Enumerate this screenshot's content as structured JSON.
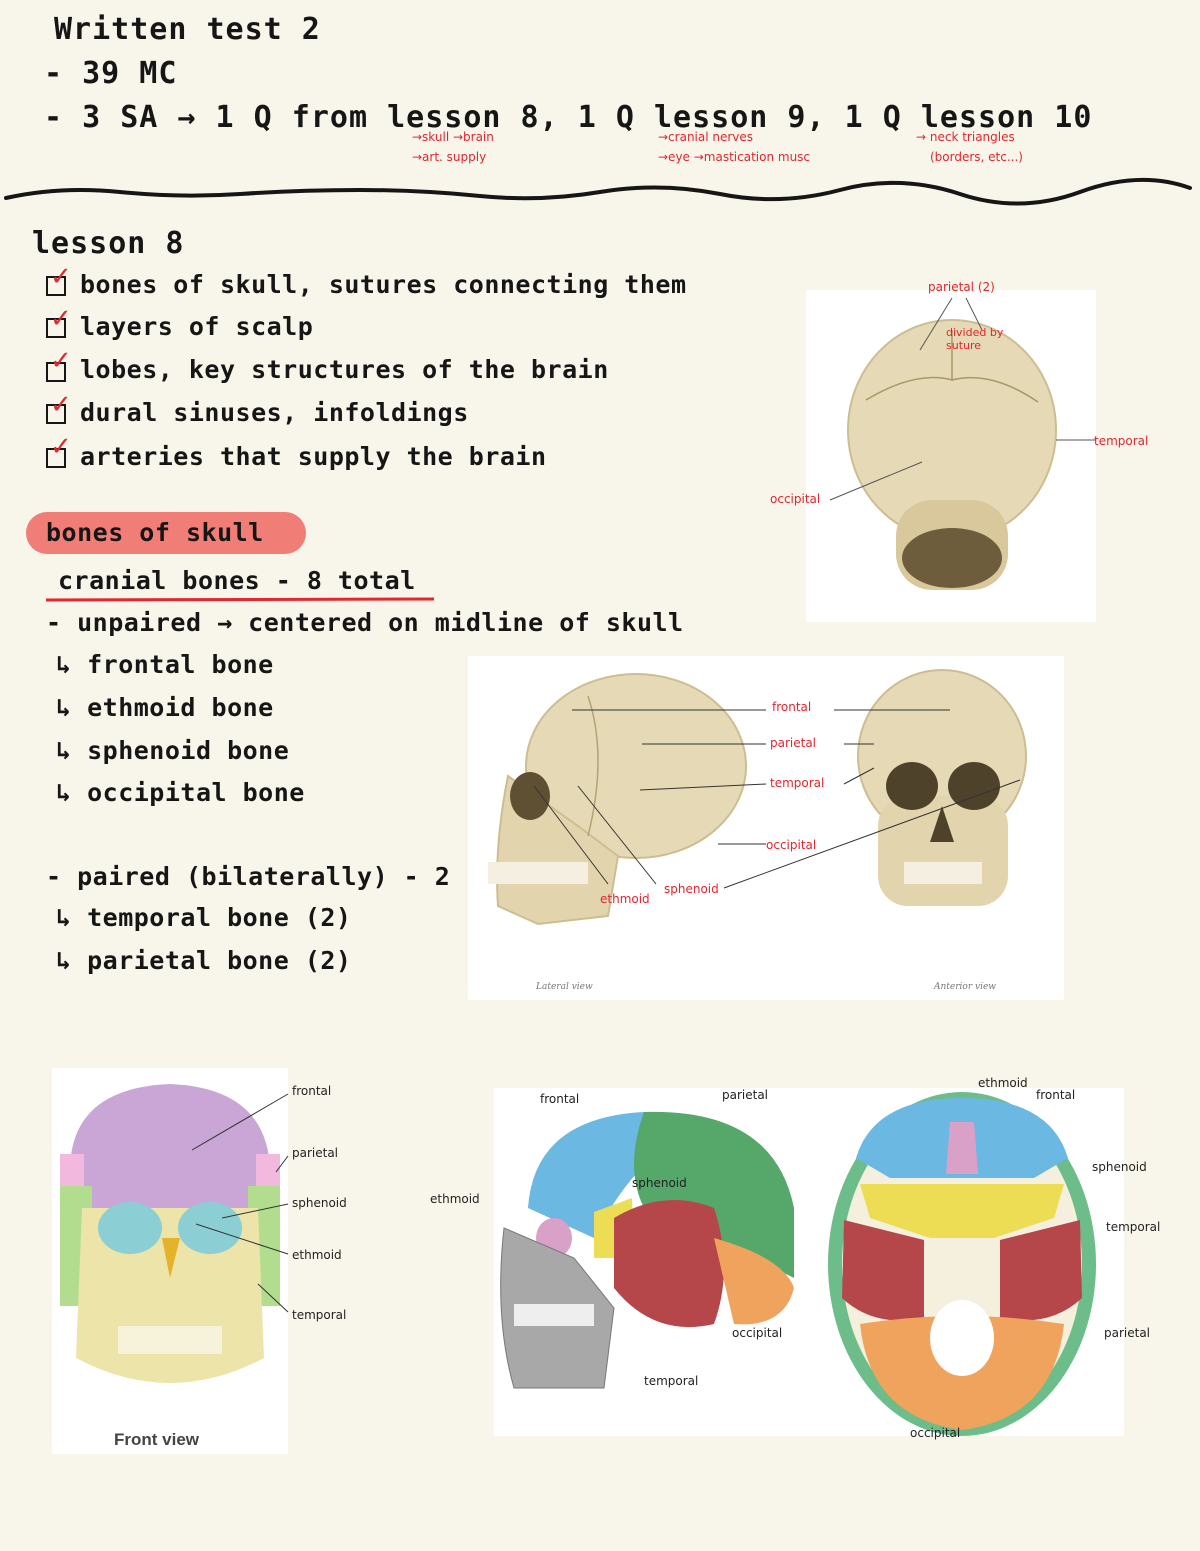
{
  "header": {
    "title": "Written test 2",
    "line1": "- 39 MC",
    "line2": "- 3 SA → 1 Q from lesson 8, 1 Q lesson 9, 1 Q lesson 10",
    "notes_lesson8_a": "→skull →brain",
    "notes_lesson8_b": "→art. supply",
    "notes_lesson9_a": "→cranial nerves",
    "notes_lesson9_b": "→eye →mastication musc",
    "notes_lesson10_a": "→ neck triangles",
    "notes_lesson10_b": "(borders, etc...)"
  },
  "lesson": {
    "title": "lesson 8",
    "checklist": [
      {
        "text": "bones of skull, sutures connecting them"
      },
      {
        "text": "layers of scalp"
      },
      {
        "text": "lobes, key structures of the brain"
      },
      {
        "text": "dural sinuses, infoldings"
      },
      {
        "text": "arteries that supply the brain"
      }
    ]
  },
  "section": {
    "heading": "bones of skull",
    "subheading": "cranial bones - 8 total",
    "unpaired": "- unpaired → centered on midline of skull",
    "unpaired_items": [
      "↳ frontal bone",
      "↳ ethmoid bone",
      "↳ sphenoid bone",
      "↳ occipital bone"
    ],
    "paired": "- paired (bilaterally) - 2",
    "paired_items": [
      "↳ temporal bone (2)",
      "↳ parietal bone (2)"
    ]
  },
  "figure_posterior": {
    "labels": {
      "parietal": "parietal (2)",
      "sutures": "divided by suture",
      "temporal": "temporal",
      "occipital": "occipital"
    }
  },
  "figure_lateral_anterior": {
    "labels": {
      "frontal": "frontal",
      "parietal": "parietal",
      "temporal": "temporal",
      "occipital": "occipital",
      "ethmoid": "ethmoid",
      "sphenoid": "sphenoid"
    },
    "captions": {
      "lateral": "Lateral view",
      "anterior": "Anterior view"
    }
  },
  "figure_front_colored": {
    "caption": "Front view",
    "labels": {
      "frontal": "frontal",
      "parietal": "parietal",
      "sphenoid": "sphenoid",
      "ethmoid": "ethmoid",
      "temporal": "temporal"
    }
  },
  "figure_colored_lateral": {
    "labels": {
      "frontal": "frontal",
      "parietal": "parietal",
      "sphenoid": "sphenoid",
      "ethmoid": "ethmoid",
      "occipital": "occipital",
      "temporal": "temporal"
    }
  },
  "figure_cranial_base": {
    "labels": {
      "ethmoid": "ethmoid",
      "frontal": "frontal",
      "sphenoid": "sphenoid",
      "temporal": "temporal",
      "parietal": "parietal",
      "occipital": "occipital"
    }
  },
  "colors": {
    "bone": "#e8dcbc",
    "frontal": "#6bb8e2",
    "parietal": "#56a86a",
    "temporal": "#b5474a",
    "sphenoid": "#ecdd55",
    "occipital": "#f0a35c",
    "ethmoid": "#d9a1c8",
    "front_frontal": "#c9a6d6"
  }
}
